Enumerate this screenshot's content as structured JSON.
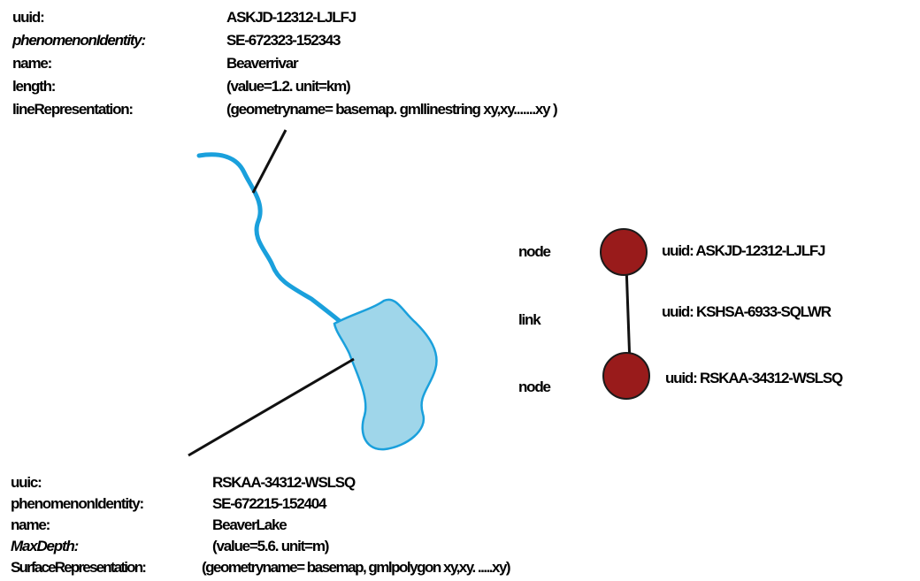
{
  "river_attributes": [
    {
      "key": "uuid:",
      "value": "ASKJD-12312-LJLFJ"
    },
    {
      "key": "phenomenonIdentity:",
      "value": "SE-672323-152343"
    },
    {
      "key": "name:",
      "value": "Beaverrivar"
    },
    {
      "key": "length:",
      "value": "(value=1.2. unit=km)"
    },
    {
      "key": "lineRepresentation:",
      "value": "(geometryname= basemap. gmllinestring xy,xy.......xy )"
    }
  ],
  "lake_attributes": [
    {
      "key": "uuic:",
      "value": "RSKAA-34312-WSLSQ"
    },
    {
      "key": "phenomenonIdentity:",
      "value": "SE-672215-152404"
    },
    {
      "key": "name:",
      "value": "BeaverLake"
    },
    {
      "key": "MaxDepth:",
      "value": "(value=5.6. unit=m)"
    },
    {
      "key": "SurfaceRepresentation:",
      "value": "(geometryname= basemap, gmlpolygon xy,xy. .....xy)"
    }
  ],
  "graph": {
    "node_label_top": "node",
    "link_label": "link",
    "node_label_bottom": "node",
    "node_top_uuid": "uuid: ASKJD-12312-LJLFJ",
    "link_uuid": "uuid: KSHSA-6933-SQLWR",
    "node_bottom_uuid": "uuid: RSKAA-34312-WSLSQ"
  },
  "colors": {
    "river": "#1aa0dc",
    "lake_fill": "#9fd6ea",
    "lake_stroke": "#1aa0dc",
    "node_fill": "#991b1b",
    "node_stroke": "#1a1a1a",
    "line": "#111111"
  }
}
